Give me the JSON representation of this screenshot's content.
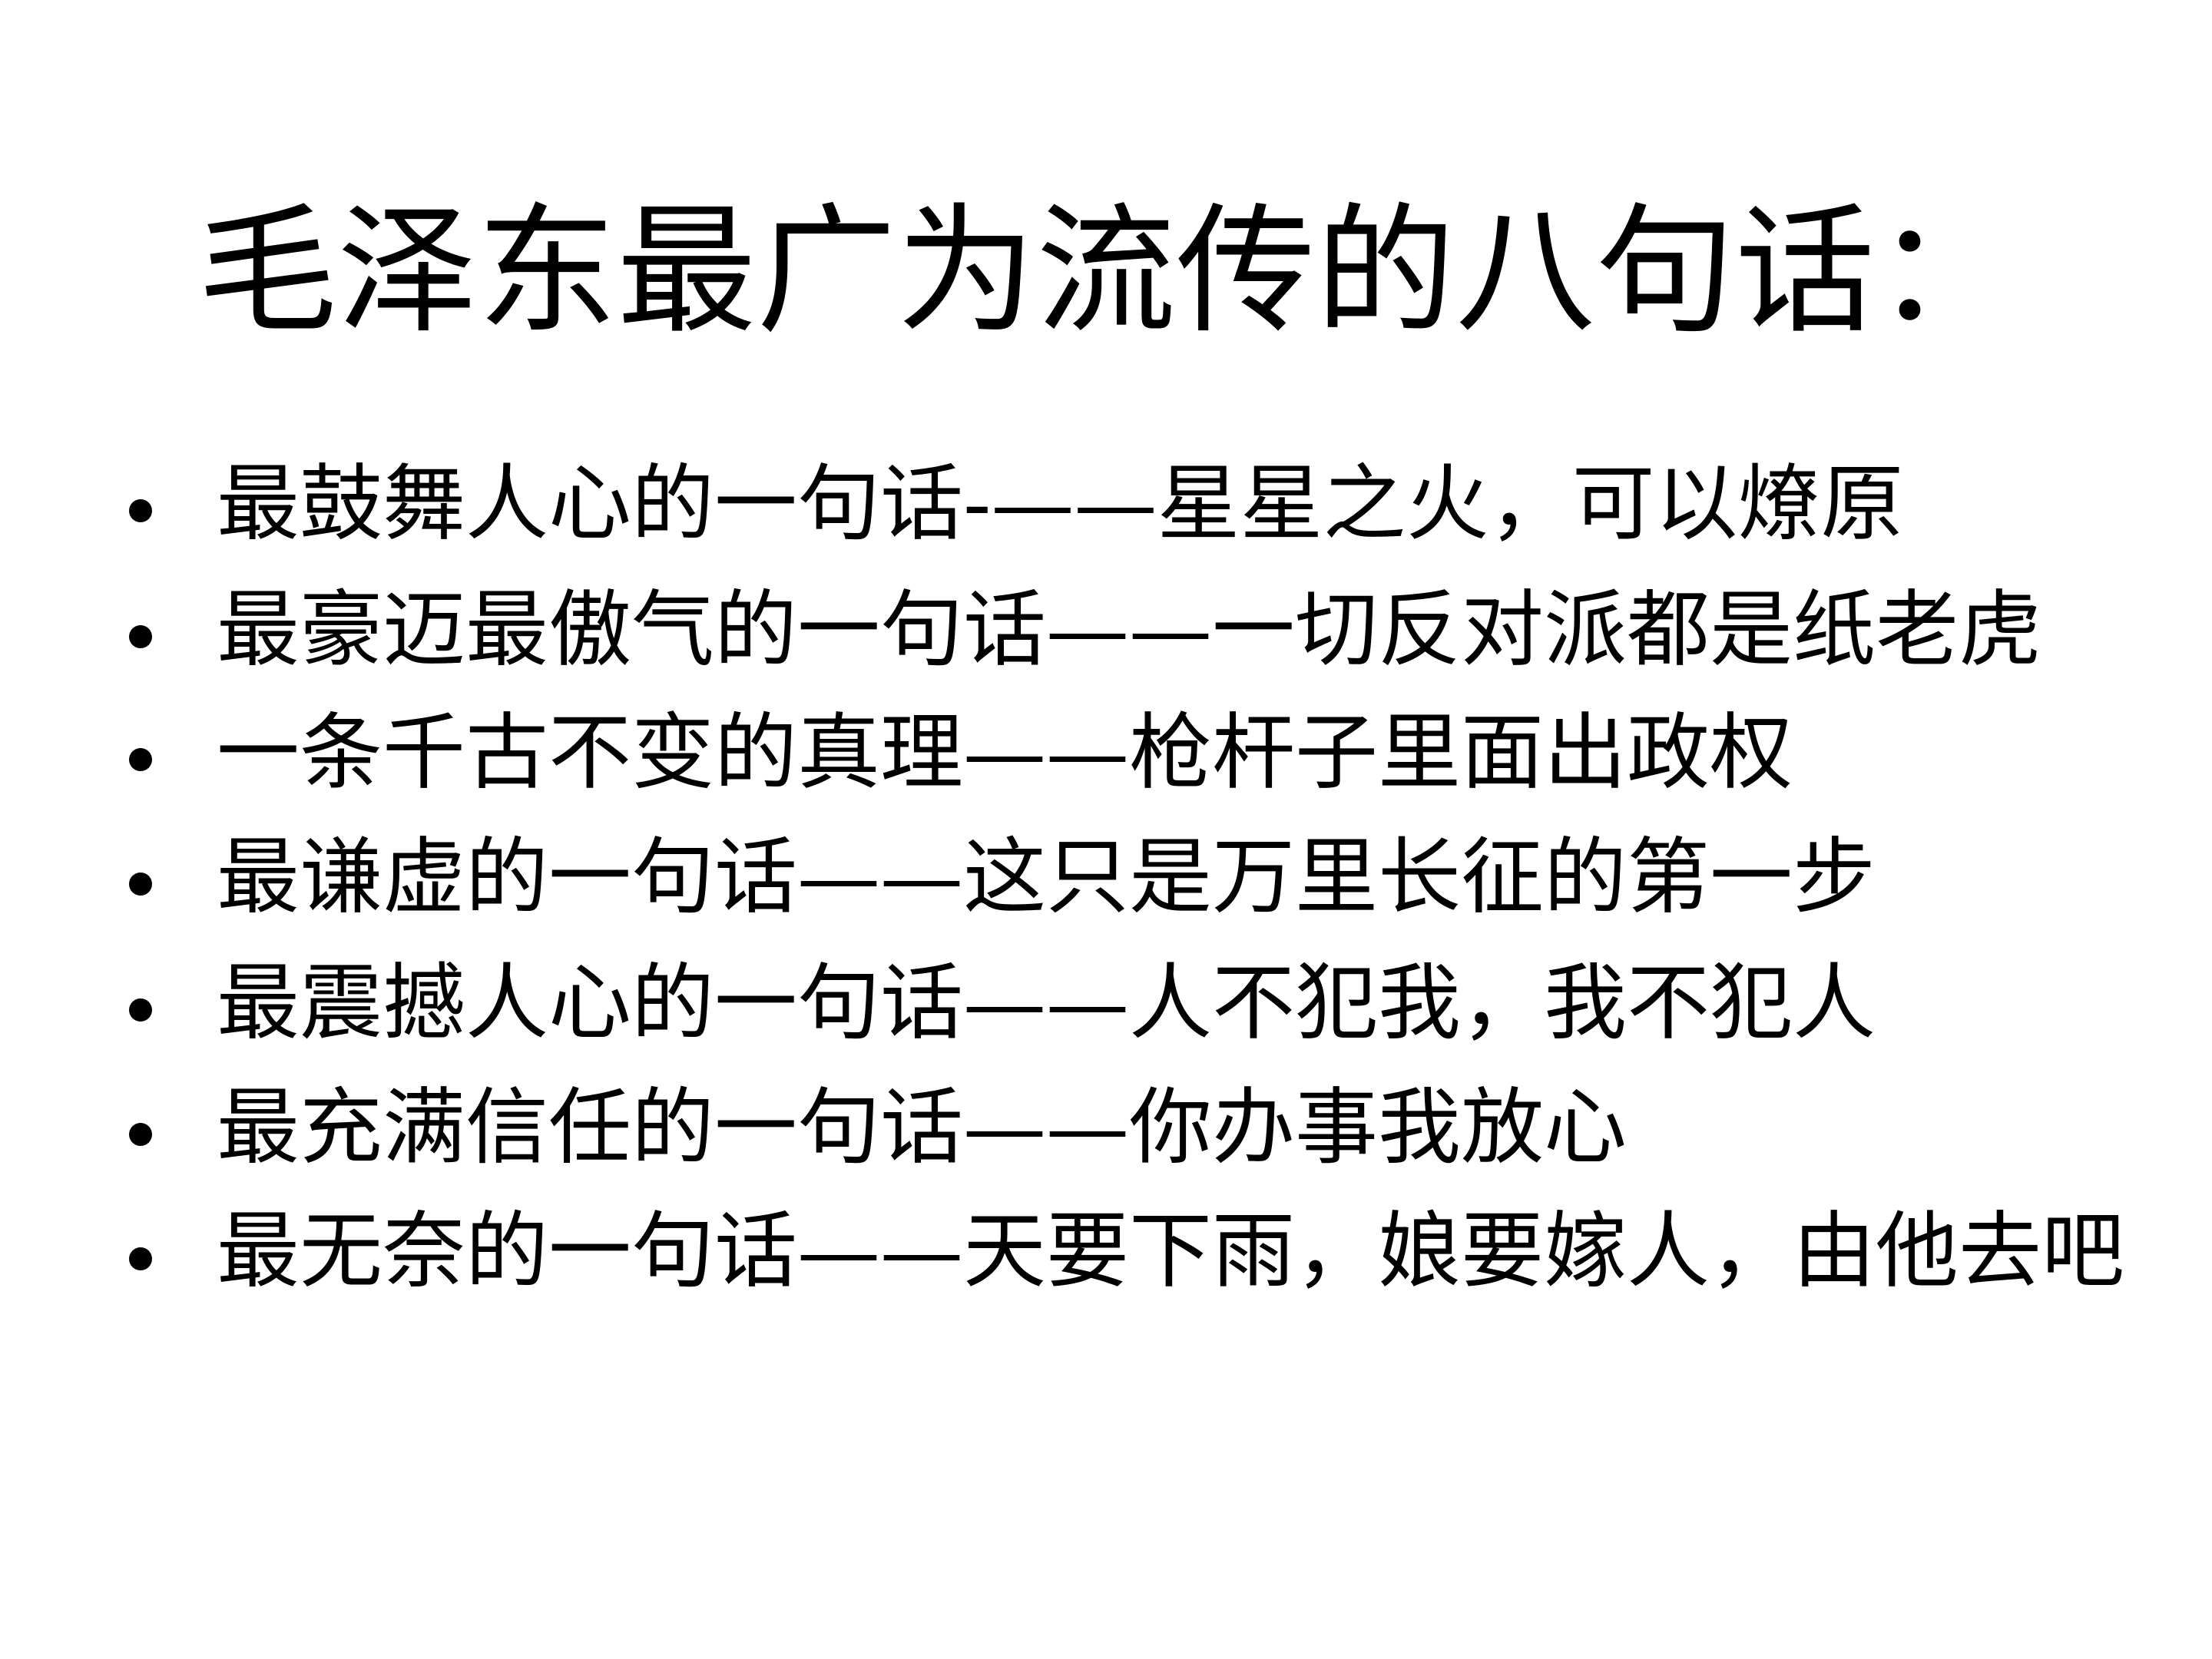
{
  "slide": {
    "title": "毛泽东最广为流传的八句话：",
    "bullets": [
      "最鼓舞人心的一句话-——星星之火，可以燎原",
      "最豪迈最傲气的一句话——一切反对派都是纸老虎",
      "一条千古不变的真理——枪杆子里面出政权",
      "最谦虚的一句话——这只是万里长征的第一步",
      "最震撼人心的一句话——人不犯我，我不犯人",
      "最充满信任的一句话——你办事我放心",
      "最无奈的一句话——天要下雨，娘要嫁人，由他去吧"
    ]
  }
}
